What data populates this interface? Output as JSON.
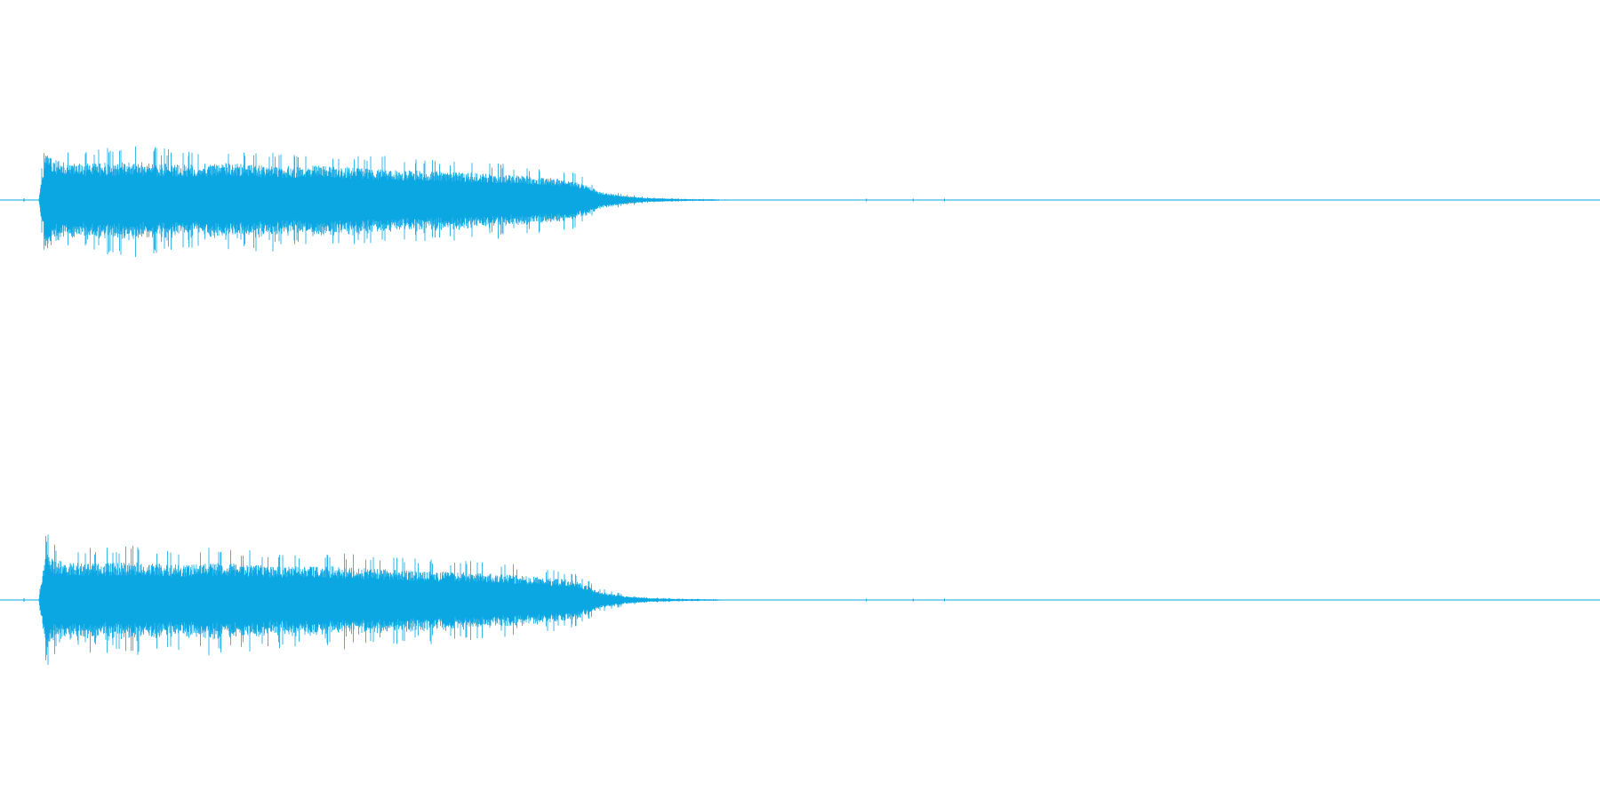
{
  "colors": {
    "background": "#ffffff",
    "waveform": "#0aa7e3"
  },
  "channels": [
    {
      "id": "left",
      "envelope": [
        [
          0.0,
          0.05
        ],
        [
          0.004,
          0.95
        ],
        [
          0.01,
          0.78
        ],
        [
          0.03,
          0.72
        ],
        [
          0.06,
          0.75
        ],
        [
          0.09,
          0.7
        ],
        [
          0.12,
          0.73
        ],
        [
          0.15,
          0.66
        ],
        [
          0.18,
          0.68
        ],
        [
          0.21,
          0.62
        ],
        [
          0.24,
          0.58
        ],
        [
          0.27,
          0.55
        ],
        [
          0.3,
          0.5
        ],
        [
          0.32,
          0.45
        ],
        [
          0.34,
          0.4
        ],
        [
          0.35,
          0.3
        ],
        [
          0.36,
          0.16
        ],
        [
          0.375,
          0.08
        ],
        [
          0.39,
          0.04
        ],
        [
          0.41,
          0.02
        ],
        [
          0.43,
          0.015
        ],
        [
          0.45,
          0.0
        ]
      ]
    },
    {
      "id": "right",
      "envelope": [
        [
          0.0,
          0.05
        ],
        [
          0.004,
          0.95
        ],
        [
          0.01,
          0.78
        ],
        [
          0.03,
          0.72
        ],
        [
          0.06,
          0.75
        ],
        [
          0.09,
          0.7
        ],
        [
          0.12,
          0.73
        ],
        [
          0.15,
          0.66
        ],
        [
          0.18,
          0.68
        ],
        [
          0.21,
          0.62
        ],
        [
          0.24,
          0.58
        ],
        [
          0.27,
          0.55
        ],
        [
          0.3,
          0.5
        ],
        [
          0.32,
          0.45
        ],
        [
          0.34,
          0.4
        ],
        [
          0.35,
          0.3
        ],
        [
          0.36,
          0.16
        ],
        [
          0.375,
          0.08
        ],
        [
          0.39,
          0.04
        ],
        [
          0.41,
          0.02
        ],
        [
          0.43,
          0.015
        ],
        [
          0.45,
          0.0
        ]
      ]
    }
  ]
}
